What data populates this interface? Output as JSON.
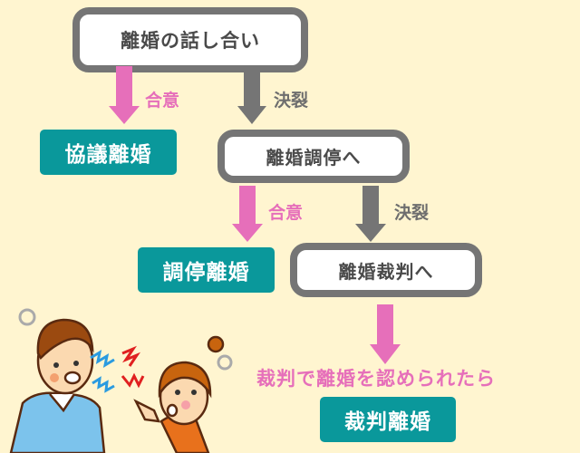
{
  "flow": {
    "start": "離婚の話し合い",
    "agree_label": "合意",
    "break_label": "決裂",
    "result1": "協議離婚",
    "step2": "離婚調停へ",
    "result2": "調停離婚",
    "step3": "離婚裁判へ",
    "court_note": "裁判で離婚を認められたら",
    "result3": "裁判離婚"
  },
  "colors": {
    "pink": "#e66fba",
    "gray": "#757575",
    "teal": "#0a989b",
    "background": "#fff5d0"
  }
}
